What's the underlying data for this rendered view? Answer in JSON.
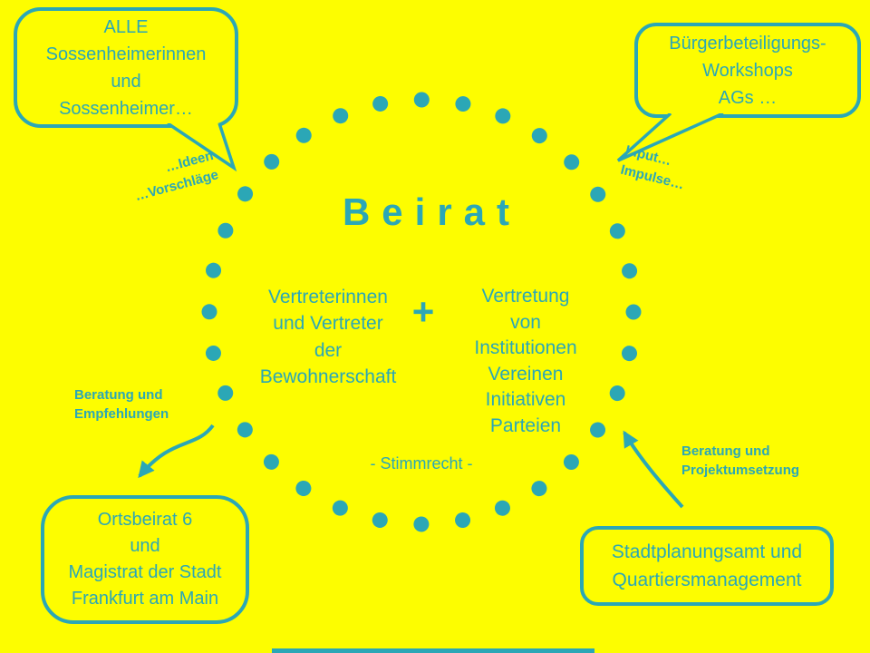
{
  "colors": {
    "background": "#FDFD00",
    "accent": "#2BA7B6"
  },
  "center": {
    "title": "Beirat",
    "left_group_lines": [
      "Vertreterinnen",
      "und Vertreter",
      "der",
      "Bewohnerschaft"
    ],
    "plus": "+",
    "right_group_lines": [
      "Vertretung",
      "von",
      "Institutionen",
      "Vereinen",
      "Initiativen",
      "Parteien"
    ],
    "voting_note": "- Stimmrecht -"
  },
  "bubbles": {
    "top_left": {
      "lines": [
        "ALLE",
        "Sossenheimerinnen",
        "und",
        "Sossenheimer…"
      ]
    },
    "top_right": {
      "lines": [
        "Bürgerbeteiligungs-",
        "Workshops",
        "AGs …"
      ]
    }
  },
  "labels": {
    "ideas": {
      "lines": [
        "…Ideen",
        "…Vorschläge"
      ]
    },
    "input": {
      "lines": [
        "Input…",
        "Impulse…"
      ]
    },
    "advice_left": {
      "lines": [
        "Beratung und",
        "Empfehlungen"
      ]
    },
    "advice_right": {
      "lines": [
        "Beratung und",
        "Projektumsetzung"
      ]
    }
  },
  "boxes": {
    "bottom_left": {
      "lines": [
        "Ortsbeirat 6",
        "und",
        "Magistrat der Stadt",
        "Frankfurt am Main"
      ]
    },
    "bottom_right": {
      "lines": [
        "Stadtplanungsamt und",
        "Quartiersmanagement"
      ]
    }
  }
}
